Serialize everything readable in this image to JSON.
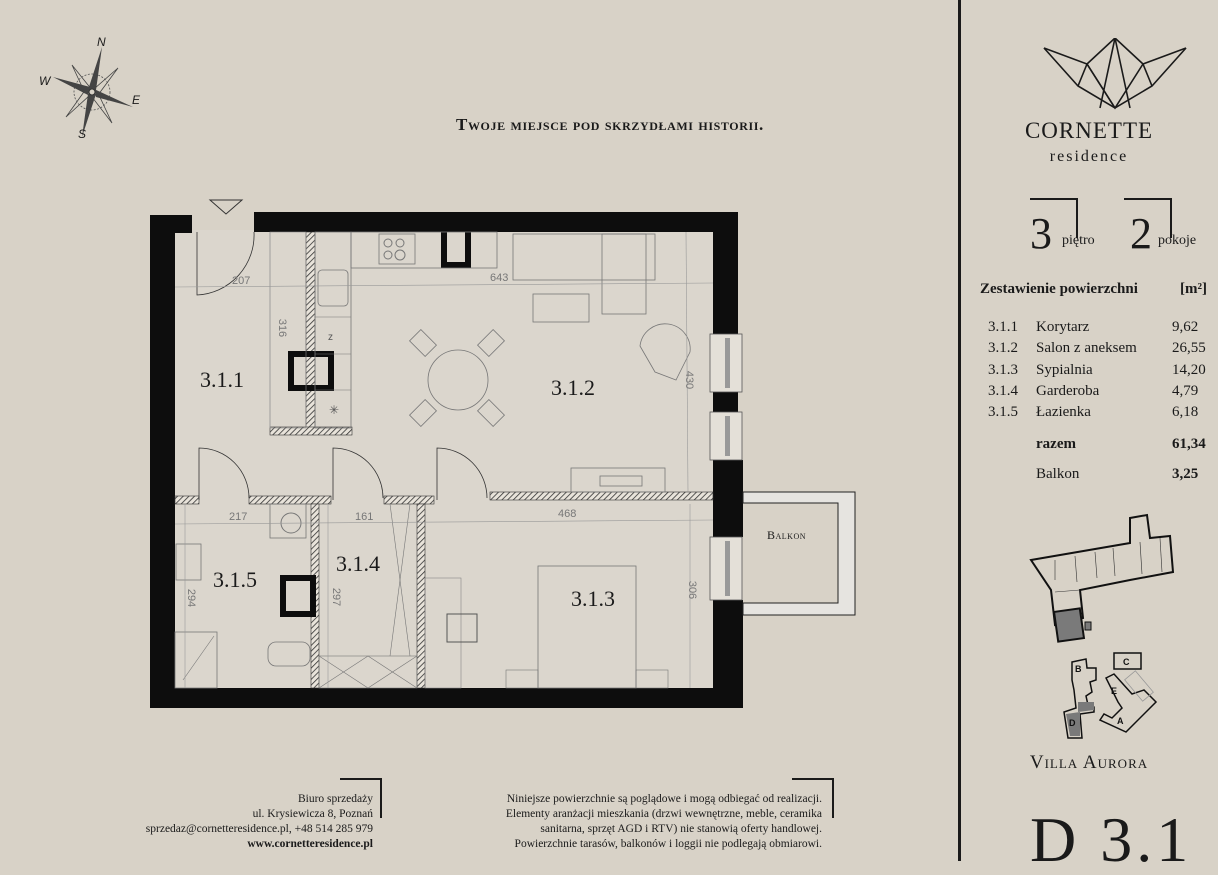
{
  "header": {
    "tagline": "Twoje miejsce pod skrzydłami historii."
  },
  "compass": {
    "north": "N",
    "east": "E",
    "south": "S",
    "west": "W"
  },
  "plan": {
    "rooms": [
      {
        "id": "3.1.1",
        "label": "3.1.1"
      },
      {
        "id": "3.1.2",
        "label": "3.1.2"
      },
      {
        "id": "3.1.3",
        "label": "3.1.3"
      },
      {
        "id": "3.1.4",
        "label": "3.1.4"
      },
      {
        "id": "3.1.5",
        "label": "3.1.5"
      }
    ],
    "dimensions": {
      "d207": "207",
      "d643": "643",
      "d316": "316",
      "d430": "430",
      "d217": "217",
      "d161": "161",
      "d468": "468",
      "d294": "294",
      "d297": "297",
      "d306": "306"
    },
    "balcony_label": "Balkon"
  },
  "brand": {
    "name": "CORNETTE",
    "subtitle": "residence"
  },
  "summary": {
    "floor_number": "3",
    "floor_label": "piętro",
    "rooms_number": "2",
    "rooms_label": "pokoje"
  },
  "areas": {
    "title": "Zestawienie powierzchni",
    "unit": "[m²]",
    "rows": [
      {
        "num": "3.1.1",
        "name": "Korytarz",
        "value": "9,62"
      },
      {
        "num": "3.1.2",
        "name": "Salon z aneksem",
        "value": "26,55"
      },
      {
        "num": "3.1.3",
        "name": "Sypialnia",
        "value": "14,20"
      },
      {
        "num": "3.1.4",
        "name": "Garderoba",
        "value": "4,79"
      },
      {
        "num": "3.1.5",
        "name": "Łazienka",
        "value": "6,18"
      }
    ],
    "total_label": "razem",
    "total_value": "61,34",
    "balcony_label": "Balkon",
    "balcony_value": "3,25"
  },
  "site": {
    "building_labels": [
      "B",
      "C",
      "E",
      "D",
      "A"
    ],
    "name": "Villa Aurora",
    "apartment_code": "D 3.1"
  },
  "footer": {
    "office_title": "Biuro sprzedaży",
    "address": "ul. Krysiewicza 8, Poznań",
    "contact": "sprzedaz@cornetteresidence.pl, +48 514 285 979",
    "website": "www.cornetteresidence.pl",
    "disclaimer_lines": [
      "Niniejsze powierzchnie są poglądowe i mogą odbiegać od realizacji.",
      "Elementy aranżacji mieszkania (drzwi wewnętrzne, meble, ceramika",
      "sanitarna, sprzęt AGD i RTV) nie stanowią oferty handlowej.",
      "Powierzchnie tarasów, balkonów i loggii nie podlegają obmiarowi."
    ]
  }
}
